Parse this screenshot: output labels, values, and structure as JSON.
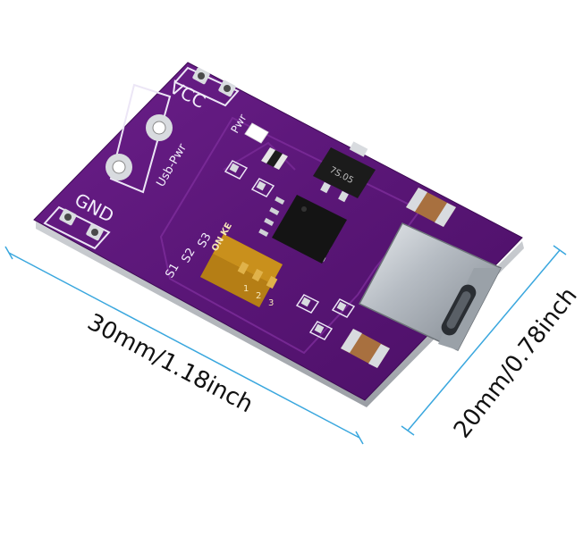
{
  "board": {
    "silkscreen": {
      "vcc": "VCC",
      "gnd": "GND",
      "usb_pwr": "Usb-Pwr",
      "pwr": "Pwr",
      "s1": "S1",
      "s2": "S2",
      "s3": "S3",
      "ic_marking": "7S.05"
    },
    "dip_switch": {
      "label": "ON KE",
      "positions": [
        "1",
        "2",
        "3"
      ]
    }
  },
  "dimensions": {
    "width": "30mm/1.18inch",
    "height": "20mm/0.78inch"
  },
  "colors": {
    "pcb": "#5a1677",
    "pcb_light": "#7a2a94",
    "dimension_line": "#3aa7de",
    "dip_body": "#c9901c"
  }
}
